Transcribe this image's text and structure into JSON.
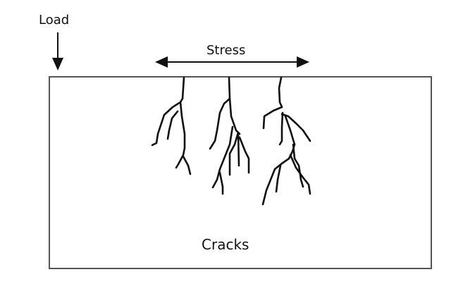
{
  "labels": {
    "load": "Load",
    "stress": "Stress",
    "cracks": "Cracks"
  },
  "colors": {
    "ink": "#111111",
    "box_border": "#555555",
    "background": "#ffffff"
  }
}
